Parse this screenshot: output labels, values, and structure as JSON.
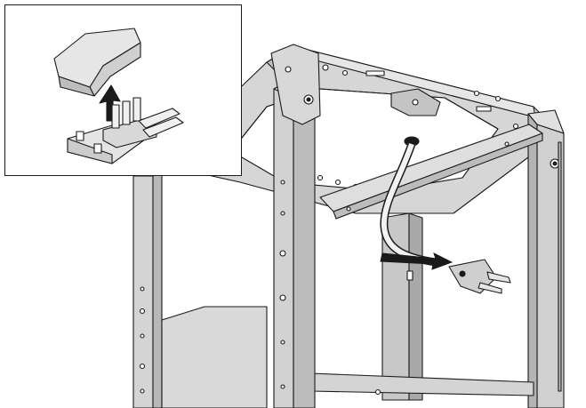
{
  "figure": {
    "colors": {
      "metal": "#cfcfcf",
      "metal_dark": "#a9a9a9",
      "metal_light": "#e4e4e4",
      "line": "#1a1a1a",
      "background": "#ffffff",
      "arrow": "#1a1a1a"
    },
    "inset": {
      "parts": [
        "terminal-cover",
        "lift-arrow",
        "terminal-block"
      ]
    },
    "main": {
      "parts": [
        "frame-top",
        "front-left-post",
        "rear-right-post",
        "rear-center-post",
        "left-post",
        "power-cord",
        "grommet",
        "pull-arrow",
        "plug"
      ]
    }
  }
}
